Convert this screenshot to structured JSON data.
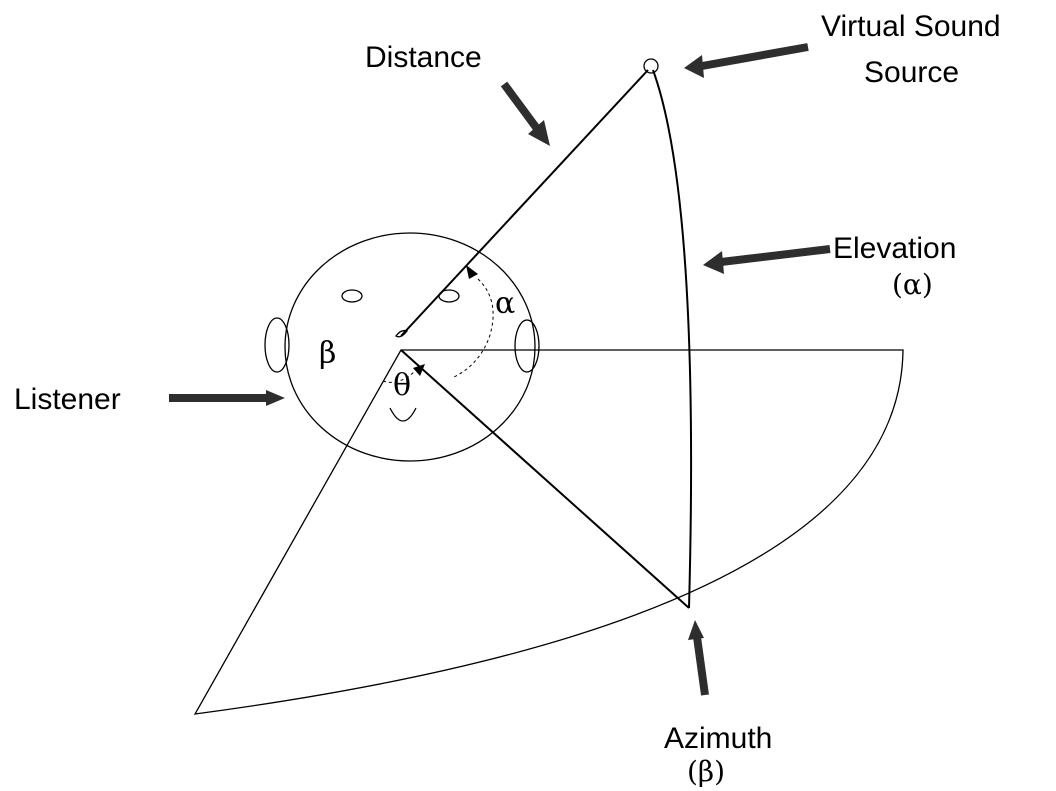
{
  "labels": {
    "distance": "Distance",
    "virtual_sound_source_line1": "Virtual Sound",
    "virtual_sound_source_line2": "Source",
    "elevation": "Elevation",
    "elevation_symbol": "(α)",
    "listener": "Listener",
    "azimuth": "Azimuth",
    "azimuth_symbol": "(β)"
  },
  "angle_symbols": {
    "alpha": "α",
    "beta": "β",
    "theta": "θ"
  },
  "colors": {
    "line": "#000000",
    "pointer": "#2e2e2e",
    "background": "#ffffff"
  }
}
